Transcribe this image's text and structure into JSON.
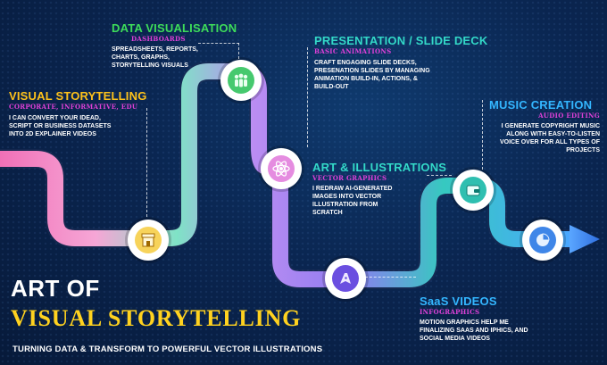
{
  "title": {
    "line1": "ART OF",
    "line2": "VISUAL STORYTELLING"
  },
  "tagline": "TURNING DATA & TRANSFORM TO POWERFUL VECTOR ILLUSTRATIONS",
  "sections": {
    "visual_storytelling": {
      "heading": "VISUAL STORYTELLING",
      "subheading": "CORPORATE, INFORMATIVE, EDU",
      "body": "I CAN CONVERT YOUR IDEAD,\nSCRIPT OR BUSINESS DATASETS\nINTO 2D EXPLAINER VIDEOS",
      "heading_color": "#ffc21a",
      "sub_color": "#e040d8",
      "icon": "storefront-icon"
    },
    "data_visualisation": {
      "heading": "DATA VISUALISATION",
      "subheading": "DASHBOARDS",
      "body": "SPREADSHEETS, REPORTS,\nCHARTS, GRAPHS,\nSTORYTELLING VISUALS",
      "heading_color": "#3ddc5a",
      "sub_color": "#e040d8",
      "icon": "team-icon"
    },
    "presentation": {
      "heading": "PRESENTATION / SLIDE DECK",
      "subheading": "BASIC ANIMATIONS",
      "body": "CRAFT ENGAGING SLIDE DECKS,\nPRESENATION SLIDES BY MANAGING\nANIMATION BUILD-IN, ACTIONS, &\nBUILD-OUT",
      "heading_color": "#33d9c8",
      "sub_color": "#e040d8"
    },
    "art_illustrations": {
      "heading": "ART & ILLUSTRATIONS",
      "subheading": "VECTOR GRAPHICS",
      "body": "I REDRAW AI-GENERATED\nIMAGES INTO VECTOR\nILLUSTRATION FROM\nSCRATCH",
      "heading_color": "#33d9c8",
      "sub_color": "#e040d8",
      "icon": "atom-icon"
    },
    "music_creation": {
      "heading": "MUSIC CREATION",
      "subheading": "AUDIO EDITING",
      "body": "I GENERATE COPYRIGHT MUSIC\nALONG WITH EASY-TO-LISTEN\nVOICE OVER FOR ALL TYPES OF\nPROJECTS",
      "heading_color": "#33b6ff",
      "sub_color": "#e040d8",
      "icon": "pie-chart-icon"
    },
    "saas_videos": {
      "heading": "SaaS VIDEOS",
      "subheading": "INFOGRAPHICS",
      "body": "MOTION GRAPHICS HELP ME\nFINALIZING SAAS AND IPHICS, AND\nSOCIAL MEDIA VIDEOS",
      "heading_color": "#33b6ff",
      "sub_color": "#e040d8",
      "icon": "pen-nib-icon"
    }
  },
  "wallet_icon": "wallet-icon"
}
